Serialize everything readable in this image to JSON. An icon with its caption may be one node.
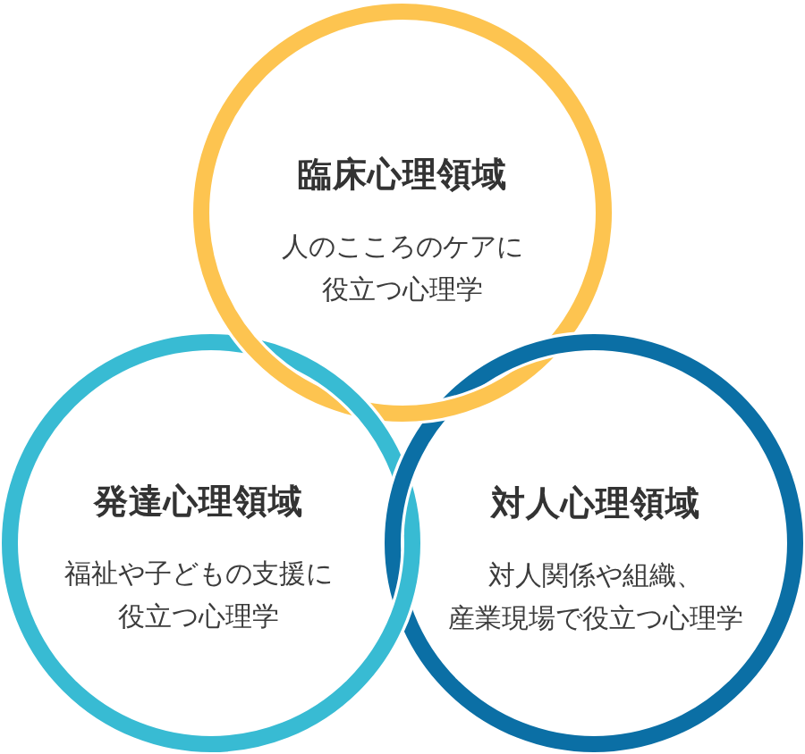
{
  "diagram": {
    "nodes": [
      {
        "text": [
          "臨床心理領域",
          "人のこころのケアに役立つ心理学"
        ]
      },
      {
        "text": [
          "発達心理領域",
          "福祉や子どもの支援に役立つ心理学"
        ]
      },
      {
        "text": [
          "対人心理領域",
          "対人関係や組織、産業現場で役立つ心理学"
        ]
      }
    ]
  }
}
